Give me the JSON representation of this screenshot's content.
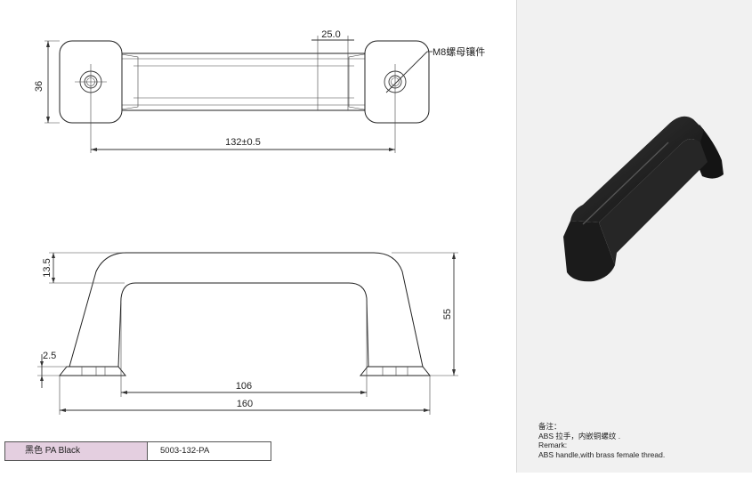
{
  "drawing": {
    "top_view": {
      "height_dim": "36",
      "bar_width_dim": "25.0",
      "insert_label": "M8螺母镶件",
      "hole_spacing_dim": "132±0.5"
    },
    "side_view": {
      "thickness_dim": "13.5",
      "height_dim": "55",
      "base_dim": "2.5",
      "inner_width_dim": "106",
      "overall_length_dim": "160"
    }
  },
  "remark": {
    "cn_title": "备注：",
    "cn_text": "ABS 拉手，内嵌铜螺纹 .",
    "en_title": "Remark:",
    "en_text": "ABS handle,with brass female thread."
  },
  "spec_table": {
    "color": "黑色 PA Black",
    "code": "5003-132-PA"
  },
  "colors": {
    "photo_bg": "#f1f1f1",
    "color_cell": "#e4cfe0",
    "handle": "#1a1a1a"
  }
}
